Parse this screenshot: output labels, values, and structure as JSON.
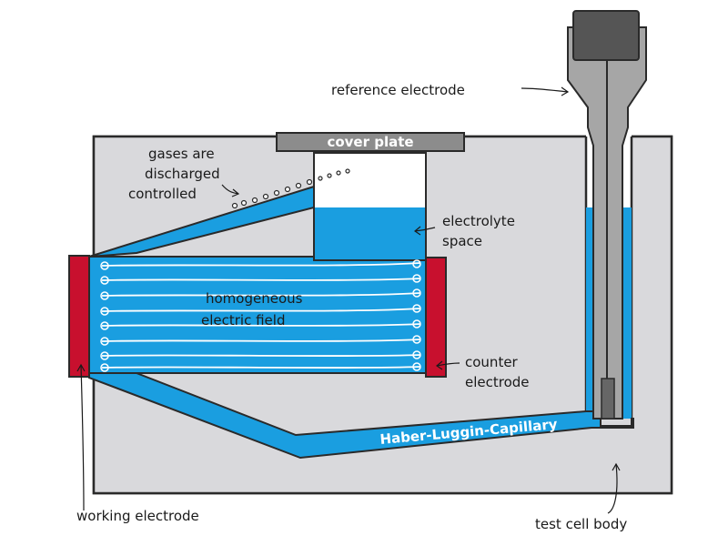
{
  "labels": {
    "reference_electrode": "reference electrode",
    "cover_plate": "cover plate",
    "gases_line1": "gases are",
    "gases_line2": "discharged",
    "gases_line3": "controlled",
    "electrolyte_line1": "electrolyte",
    "electrolyte_line2": "space",
    "field_line1": "homogeneous",
    "field_line2": "electric field",
    "counter_line1": "counter",
    "counter_line2": "electrode",
    "capillary": "Haber-Luggin-Capillary",
    "working_electrode": "working electrode",
    "test_cell_body": "test cell body"
  },
  "colors": {
    "body_gray": "#d9d9dc",
    "outline": "#2a2a2a",
    "electrolyte_blue": "#1a9ee0",
    "electrode_red": "#c8102e",
    "cover_gray": "#8c8c8c",
    "cap_dark": "#555555"
  }
}
